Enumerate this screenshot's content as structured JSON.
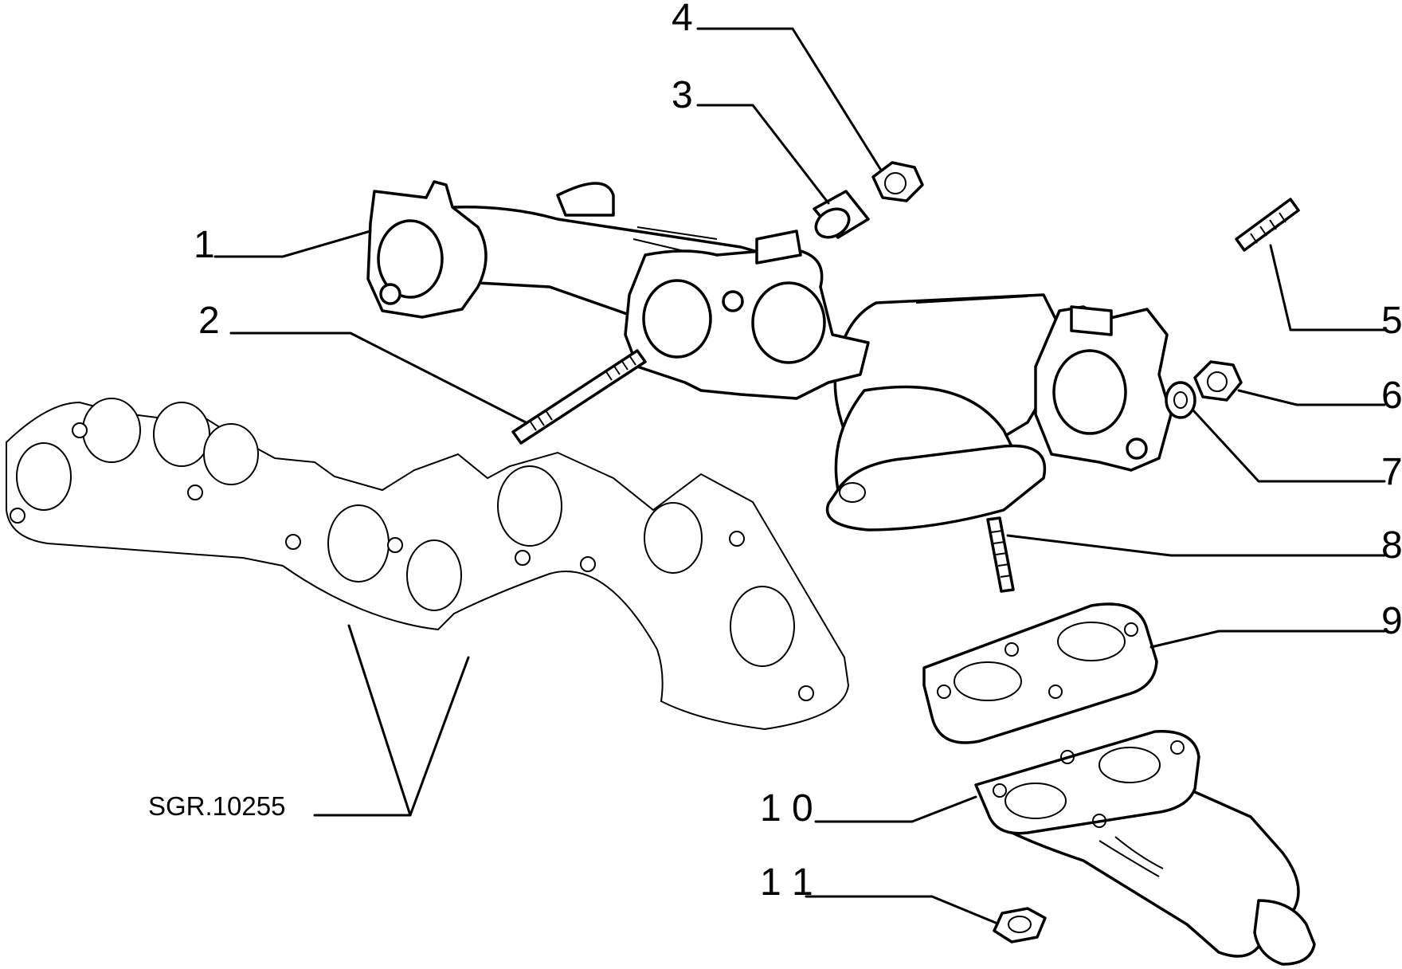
{
  "labels": [
    "4",
    "3",
    "1",
    "2",
    "5",
    "6",
    "7",
    "8",
    "9",
    "1 0",
    "1 1"
  ],
  "reference": "SGR.10255"
}
